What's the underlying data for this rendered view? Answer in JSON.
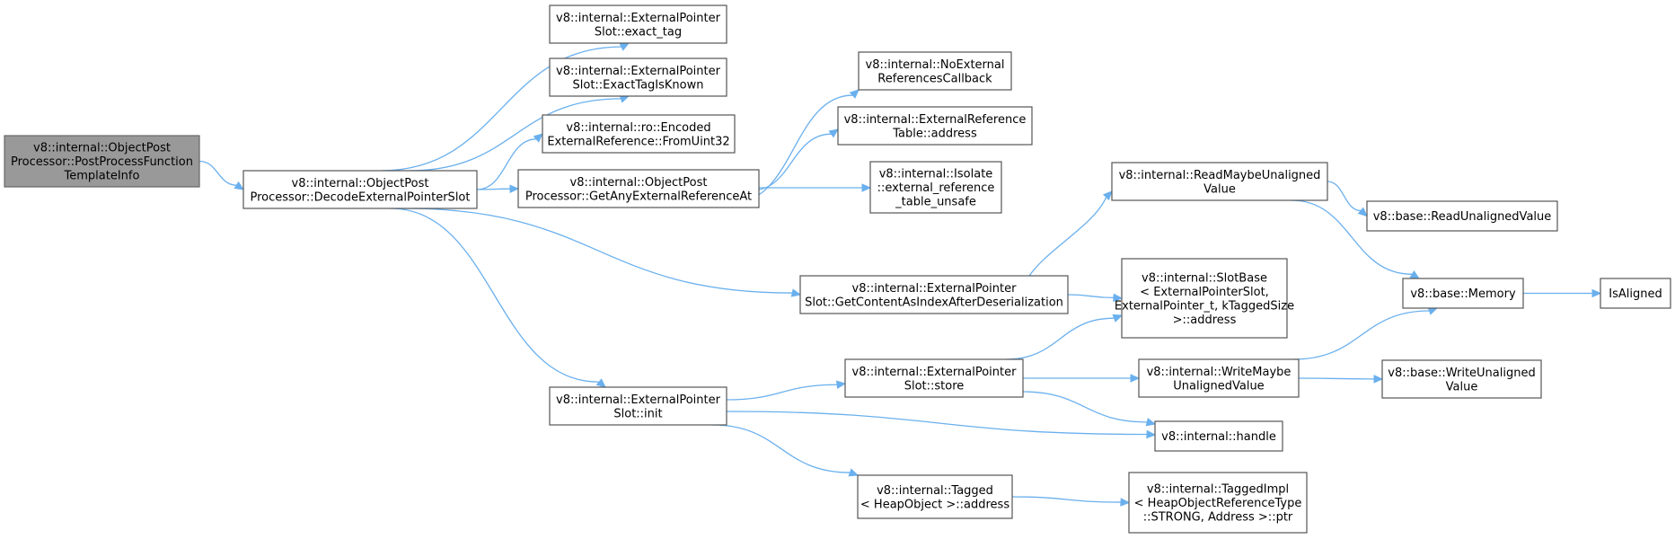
{
  "graph": {
    "edge_color": "#6ab0ee",
    "root_fill": "#999999",
    "nodes": [
      {
        "id": "root",
        "lines": [
          "v8::internal::ObjectPost",
          "Processor::PostProcessFunction",
          "TemplateInfo"
        ]
      },
      {
        "id": "decode",
        "lines": [
          "v8::internal::ObjectPost",
          "Processor::DecodeExternalPointerSlot"
        ]
      },
      {
        "id": "exact_tag",
        "lines": [
          "v8::internal::ExternalPointer",
          "Slot::exact_tag"
        ]
      },
      {
        "id": "exact_known",
        "lines": [
          "v8::internal::ExternalPointer",
          "Slot::ExactTagIsKnown"
        ]
      },
      {
        "id": "fromuint32",
        "lines": [
          "v8::internal::ro::Encoded",
          "ExternalReference::FromUint32"
        ]
      },
      {
        "id": "getany",
        "lines": [
          "v8::internal::ObjectPost",
          "Processor::GetAnyExternalReferenceAt"
        ]
      },
      {
        "id": "noext",
        "lines": [
          "v8::internal::NoExternal",
          "ReferencesCallback"
        ]
      },
      {
        "id": "extreftable",
        "lines": [
          "v8::internal::ExternalReference",
          "Table::address"
        ]
      },
      {
        "id": "isolate",
        "lines": [
          "v8::internal::Isolate",
          "::external_reference",
          "_table_unsafe"
        ]
      },
      {
        "id": "getcontent",
        "lines": [
          "v8::internal::ExternalPointer",
          "Slot::GetContentAsIndexAfterDeserialization"
        ]
      },
      {
        "id": "readmaybe",
        "lines": [
          "v8::internal::ReadMaybeUnaligned",
          "Value"
        ]
      },
      {
        "id": "readunaligned",
        "lines": [
          "v8::base::ReadUnalignedValue"
        ]
      },
      {
        "id": "slotbase",
        "lines": [
          "v8::internal::SlotBase",
          "< ExternalPointerSlot,",
          "ExternalPointer_t, kTaggedSize",
          ">::address"
        ]
      },
      {
        "id": "memory",
        "lines": [
          "v8::base::Memory"
        ]
      },
      {
        "id": "isaligned",
        "lines": [
          "IsAligned"
        ]
      },
      {
        "id": "init",
        "lines": [
          "v8::internal::ExternalPointer",
          "Slot::init"
        ]
      },
      {
        "id": "store",
        "lines": [
          "v8::internal::ExternalPointer",
          "Slot::store"
        ]
      },
      {
        "id": "writemaybe",
        "lines": [
          "v8::internal::WriteMaybe",
          "UnalignedValue"
        ]
      },
      {
        "id": "writeunaligned",
        "lines": [
          "v8::base::WriteUnaligned",
          "Value"
        ]
      },
      {
        "id": "handle",
        "lines": [
          "v8::internal::handle"
        ]
      },
      {
        "id": "tagged",
        "lines": [
          "v8::internal::Tagged",
          "< HeapObject >::address"
        ]
      },
      {
        "id": "taggedimpl",
        "lines": [
          "v8::internal::TaggedImpl",
          "< HeapObjectReferenceType",
          "::STRONG, Address >::ptr"
        ]
      }
    ],
    "edges": [
      {
        "from": "root",
        "to": "decode"
      },
      {
        "from": "decode",
        "to": "exact_tag"
      },
      {
        "from": "decode",
        "to": "exact_known"
      },
      {
        "from": "decode",
        "to": "fromuint32"
      },
      {
        "from": "decode",
        "to": "getany"
      },
      {
        "from": "decode",
        "to": "getcontent"
      },
      {
        "from": "decode",
        "to": "init"
      },
      {
        "from": "getany",
        "to": "noext"
      },
      {
        "from": "getany",
        "to": "extreftable"
      },
      {
        "from": "getany",
        "to": "isolate"
      },
      {
        "from": "getcontent",
        "to": "readmaybe"
      },
      {
        "from": "getcontent",
        "to": "slotbase"
      },
      {
        "from": "readmaybe",
        "to": "readunaligned"
      },
      {
        "from": "readmaybe",
        "to": "memory"
      },
      {
        "from": "memory",
        "to": "isaligned"
      },
      {
        "from": "init",
        "to": "store"
      },
      {
        "from": "init",
        "to": "handle"
      },
      {
        "from": "init",
        "to": "tagged"
      },
      {
        "from": "store",
        "to": "slotbase"
      },
      {
        "from": "store",
        "to": "writemaybe"
      },
      {
        "from": "store",
        "to": "handle"
      },
      {
        "from": "writemaybe",
        "to": "memory"
      },
      {
        "from": "writemaybe",
        "to": "writeunaligned"
      },
      {
        "from": "tagged",
        "to": "taggedimpl"
      }
    ]
  }
}
